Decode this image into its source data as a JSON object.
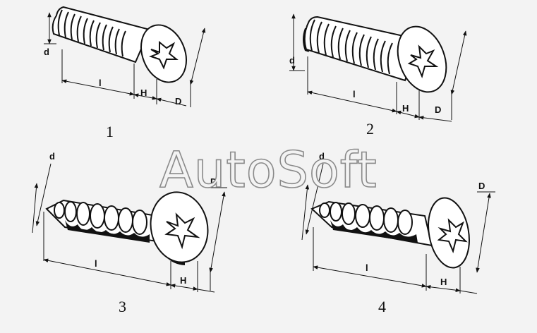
{
  "watermark": "AutoSoft",
  "figures": [
    {
      "number": "1",
      "labels": {
        "d": "d",
        "l": "l",
        "H": "H",
        "D": "D"
      }
    },
    {
      "number": "2",
      "labels": {
        "d": "d",
        "l": "l",
        "H": "H",
        "D": "D"
      }
    },
    {
      "number": "3",
      "labels": {
        "d": "d",
        "l": "l",
        "H": "H",
        "D": "D"
      }
    },
    {
      "number": "4",
      "labels": {
        "d": "d",
        "l": "l",
        "H": "H",
        "D": "D"
      }
    }
  ],
  "colors": {
    "ink": "#111111",
    "background": "#f3f3f3",
    "watermark_outline": "#8a8a8a"
  }
}
